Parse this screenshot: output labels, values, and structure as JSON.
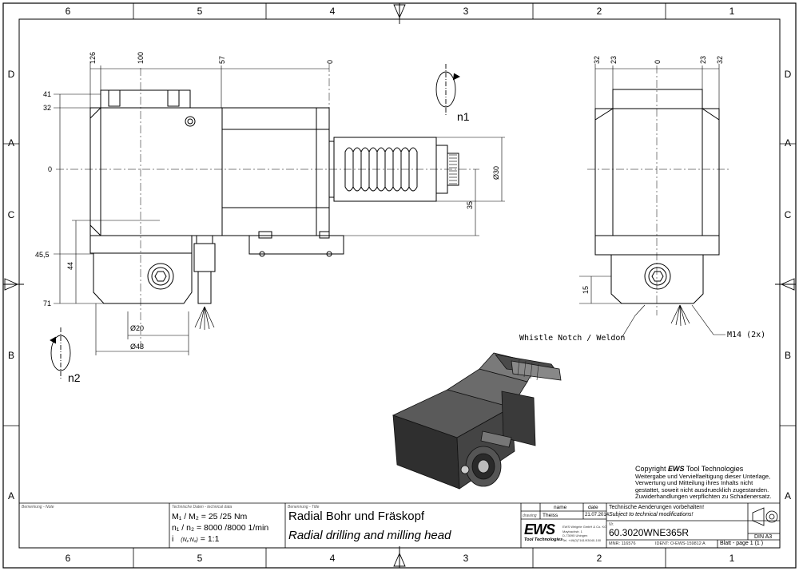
{
  "frame": {
    "col_numbers": [
      "6",
      "5",
      "4",
      "3",
      "2",
      "1"
    ],
    "row_letters": [
      "D",
      "C",
      "B",
      "A"
    ]
  },
  "left_view": {
    "top_dims": [
      "126",
      "100",
      "57",
      "0"
    ],
    "left_dims": [
      "41",
      "32",
      "0",
      "45,5",
      "44",
      "71"
    ],
    "right_dims": [
      "Ø30",
      "35"
    ],
    "bottom_dims": [
      "Ø20",
      "Ø48"
    ],
    "rotation_labels": [
      "n1",
      "n2"
    ]
  },
  "right_view": {
    "top_dims": [
      "32",
      "23",
      "0",
      "23",
      "32"
    ],
    "side_dim": "15",
    "callout_weldon": "Whistle Notch / Weldon",
    "callout_thread": "M14 (2x)"
  },
  "copyright": {
    "prefix": "Copyright ",
    "brand": "EWS",
    "suffix": " Tool Technologies",
    "text_lines": [
      "Weitergabe und Vervielfaeltigung dieser Unterlage,",
      "Verwertung und Mitteilung ihres Inhalts nicht",
      "gestattet, soweit nicht ausdruecklich zugestanden.",
      "Zuwiderhandlungen verpflichten zu Schadenersatz."
    ]
  },
  "title_block": {
    "remarks_label": "Bemerkung - Note",
    "tech_label": "Technische Daten - technical data",
    "tech_line1": "M₁ / M₂ = 25  /25  Nm",
    "tech_line2": "n₁ / n₂ = 8000 /8000  1/min",
    "tech_line3_a": "i",
    "tech_line3_b": "(N₁:N₂)",
    "tech_line3_c": "= 1:1",
    "name_label": "Benennung - Title",
    "title_de": "Radial Bohr und Fräskopf",
    "title_en": "Radial drilling and milling head",
    "col_name": "name",
    "col_date": "date",
    "row_drawing": "drawing",
    "drawing_name": "Theiss",
    "drawing_date": "21.07.2014",
    "logo": "EWS",
    "logo_sub": "Tool Technologies",
    "company_lines": [
      "EWS Weigele GmbH & Co. KG",
      "Maybachstr. 1",
      "D-73095 Uhingen",
      "Tel. +49(0)7161/93040-100"
    ],
    "changes_de": "Technische Aenderungen vorbehalten!",
    "changes_en": "Subject to technical modifications!",
    "nr_label": "Nr.",
    "part_number": "60.3020WNE365R",
    "mnr": "MNR: 116576",
    "ident": "IDENT: O-EWS-159812  A",
    "sheet": "Blatt - page  1 (1 )",
    "din": "DIN A3"
  }
}
